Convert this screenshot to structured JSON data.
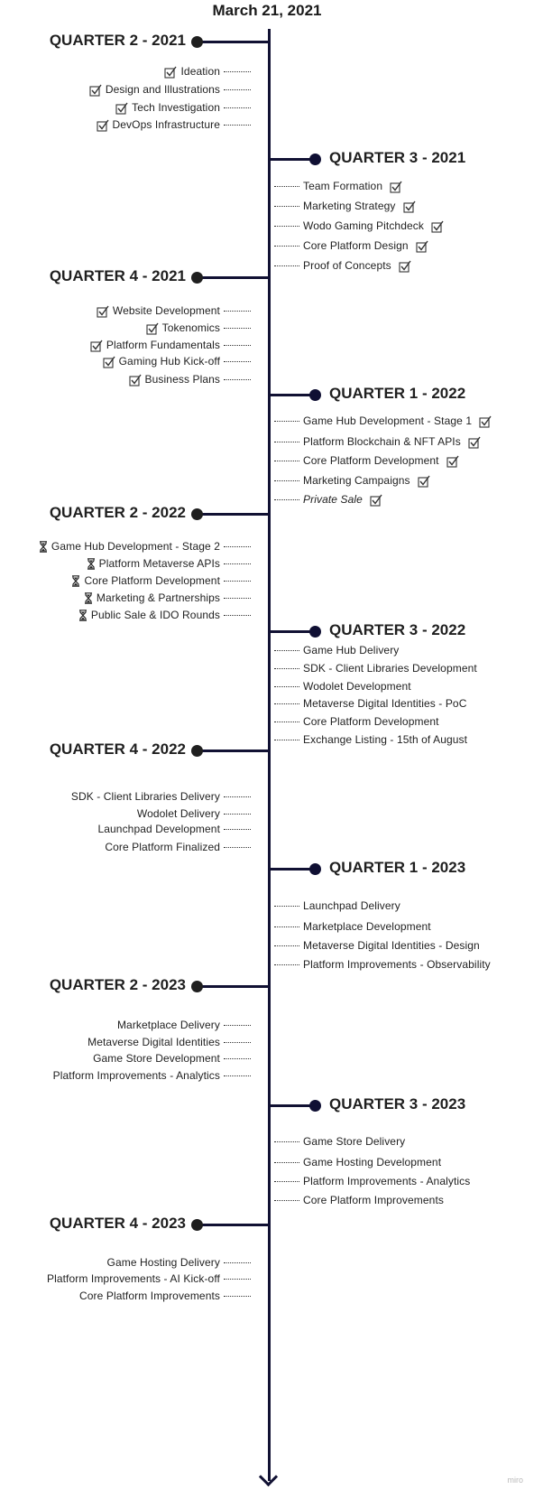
{
  "date": "March 21, 2021",
  "watermark": "miro",
  "quarters": [
    {
      "title": "QUARTER 2 - 2021",
      "side": "left",
      "items": [
        {
          "label": "Ideation",
          "status": "done"
        },
        {
          "label": "Design and Illustrations",
          "status": "done"
        },
        {
          "label": "Tech Investigation",
          "status": "done"
        },
        {
          "label": "DevOps Infrastructure",
          "status": "done"
        }
      ]
    },
    {
      "title": "QUARTER 3 - 2021",
      "side": "right",
      "items": [
        {
          "label": "Team Formation",
          "status": "done"
        },
        {
          "label": "Marketing Strategy",
          "status": "done"
        },
        {
          "label": "Wodo Gaming Pitchdeck",
          "status": "done"
        },
        {
          "label": "Core Platform Design",
          "status": "done"
        },
        {
          "label": "Proof of Concepts",
          "status": "done"
        }
      ]
    },
    {
      "title": "QUARTER 4 - 2021",
      "side": "left",
      "items": [
        {
          "label": "Website Development",
          "status": "done"
        },
        {
          "label": "Tokenomics",
          "status": "done"
        },
        {
          "label": "Platform Fundamentals",
          "status": "done"
        },
        {
          "label": "Gaming Hub Kick-off",
          "status": "done"
        },
        {
          "label": "Business Plans",
          "status": "done"
        }
      ]
    },
    {
      "title": "QUARTER 1 - 2022",
      "side": "right",
      "items": [
        {
          "label": "Game Hub Development - Stage 1",
          "status": "done"
        },
        {
          "label": "Platform Blockchain & NFT APIs",
          "status": "done"
        },
        {
          "label": "Core Platform Development",
          "status": "done"
        },
        {
          "label": "Marketing Campaigns",
          "status": "done"
        },
        {
          "label": "Private Sale",
          "status": "done",
          "italic": true
        }
      ]
    },
    {
      "title": "QUARTER 2 - 2022",
      "side": "left",
      "items": [
        {
          "label": "Game Hub Development - Stage 2",
          "status": "in-progress"
        },
        {
          "label": "Platform Metaverse APIs",
          "status": "in-progress"
        },
        {
          "label": "Core Platform Development",
          "status": "in-progress"
        },
        {
          "label": "Marketing & Partnerships",
          "status": "in-progress"
        },
        {
          "label": "Public Sale & IDO Rounds",
          "status": "in-progress"
        }
      ]
    },
    {
      "title": "QUARTER 3 - 2022",
      "side": "right",
      "items": [
        {
          "label": "Game Hub Delivery",
          "status": "planned"
        },
        {
          "label": "SDK - Client Libraries Development",
          "status": "planned"
        },
        {
          "label": "Wodolet Development",
          "status": "planned"
        },
        {
          "label": "Metaverse Digital Identities - PoC",
          "status": "planned"
        },
        {
          "label": "Core Platform Development",
          "status": "planned"
        },
        {
          "label": "Exchange Listing - 15th of August",
          "status": "planned"
        }
      ]
    },
    {
      "title": "QUARTER 4 - 2022",
      "side": "left",
      "items": [
        {
          "label": "SDK - Client Libraries Delivery",
          "status": "planned"
        },
        {
          "label": "Wodolet Delivery",
          "status": "planned"
        },
        {
          "label": "Launchpad Development",
          "status": "planned"
        },
        {
          "label": "Core Platform Finalized",
          "status": "planned"
        }
      ]
    },
    {
      "title": "QUARTER 1 - 2023",
      "side": "right",
      "items": [
        {
          "label": "Launchpad Delivery",
          "status": "planned"
        },
        {
          "label": "Marketplace Development",
          "status": "planned"
        },
        {
          "label": "Metaverse Digital Identities - Design",
          "status": "planned"
        },
        {
          "label": "Platform Improvements - Observability",
          "status": "planned"
        }
      ]
    },
    {
      "title": "QUARTER 2 - 2023",
      "side": "left",
      "items": [
        {
          "label": "Marketplace Delivery",
          "status": "planned"
        },
        {
          "label": "Metaverse Digital Identities",
          "status": "planned"
        },
        {
          "label": "Game Store Development",
          "status": "planned"
        },
        {
          "label": "Platform Improvements - Analytics",
          "status": "planned"
        }
      ]
    },
    {
      "title": "QUARTER 3 - 2023",
      "side": "right",
      "items": [
        {
          "label": "Game Store Delivery",
          "status": "planned"
        },
        {
          "label": "Game Hosting Development",
          "status": "planned"
        },
        {
          "label": "Platform Improvements - Analytics",
          "status": "planned"
        },
        {
          "label": "Core Platform Improvements",
          "status": "planned"
        }
      ]
    },
    {
      "title": "QUARTER 4 - 2023",
      "side": "left",
      "items": [
        {
          "label": "Game Hosting Delivery",
          "status": "planned"
        },
        {
          "label": "Platform Improvements - AI Kick-off",
          "status": "planned"
        },
        {
          "label": "Core Platform Improvements",
          "status": "planned"
        }
      ]
    }
  ]
}
